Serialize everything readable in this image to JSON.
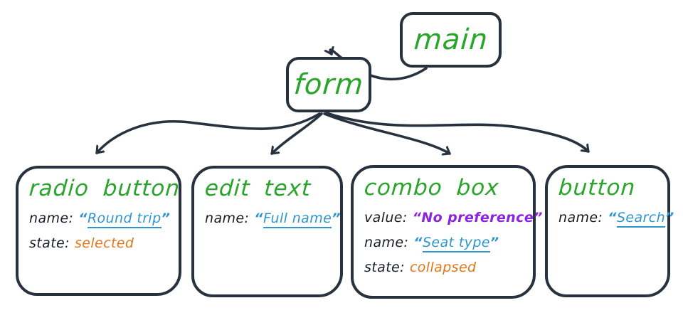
{
  "diagram": {
    "description": "Accessibility tree diagram of a flight-search form",
    "quotes": {
      "open": "“",
      "close": "”"
    },
    "nodes": {
      "main": {
        "label": "main"
      },
      "form": {
        "label": "form"
      }
    },
    "children": [
      {
        "title": "radio button",
        "props": [
          {
            "label": "name:",
            "value": "Round trip",
            "kind": "name"
          },
          {
            "label": "state:",
            "value": "selected",
            "kind": "state"
          }
        ]
      },
      {
        "title": "edit text",
        "props": [
          {
            "label": "name:",
            "value": "Full name",
            "kind": "name"
          }
        ]
      },
      {
        "title": "combo box",
        "props": [
          {
            "label": "value:",
            "value": "No preference",
            "kind": "value"
          },
          {
            "label": "name:",
            "value": "Seat type",
            "kind": "name"
          },
          {
            "label": "state:",
            "value": "collapsed",
            "kind": "state"
          }
        ]
      },
      {
        "title": "button",
        "props": [
          {
            "label": "name:",
            "value": "Search",
            "kind": "name"
          }
        ]
      }
    ],
    "edges": [
      {
        "from": "main",
        "to": "form"
      },
      {
        "from": "form",
        "to": "radio button"
      },
      {
        "from": "form",
        "to": "edit text"
      },
      {
        "from": "form",
        "to": "combo box"
      },
      {
        "from": "form",
        "to": "button"
      }
    ],
    "colors": {
      "node_green": "#2aa52c",
      "name_blue": "#2e96cf",
      "value_purple": "#8d23dc",
      "state_orange": "#e0771b",
      "stroke_dark": "#28313e",
      "label_ink": "#171c26"
    }
  }
}
